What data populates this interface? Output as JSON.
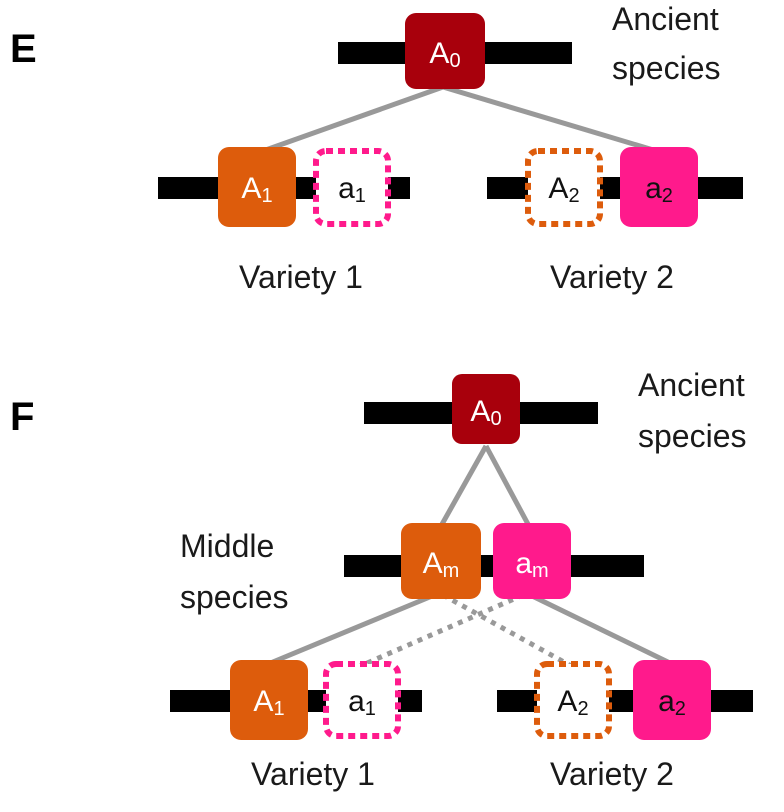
{
  "colors": {
    "ancient": "#a8000c",
    "orange": "#dd5c0c",
    "pink": "#ff1a8c",
    "chromosome": "#000000",
    "connector": "#999999",
    "label_on_fill": "#ffffff",
    "label_on_empty": "#111111"
  },
  "panels": {
    "e": {
      "letter": "E",
      "ancient_label": [
        "Ancient",
        "species"
      ],
      "ancient_gene": {
        "base": "A",
        "sub": "0"
      },
      "variety1": {
        "label": "Variety 1",
        "gene_filled": {
          "base": "A",
          "sub": "1"
        },
        "gene_absent": {
          "base": "a",
          "sub": "1"
        }
      },
      "variety2": {
        "label": "Variety 2",
        "gene_absent": {
          "base": "A",
          "sub": "2"
        },
        "gene_filled": {
          "base": "a",
          "sub": "2"
        }
      }
    },
    "f": {
      "letter": "F",
      "ancient_label": [
        "Ancient",
        "species"
      ],
      "ancient_gene": {
        "base": "A",
        "sub": "0"
      },
      "middle_label": [
        "Middle",
        "species"
      ],
      "middle_gene_1": {
        "base": "A",
        "sub": "m"
      },
      "middle_gene_2": {
        "base": "a",
        "sub": "m"
      },
      "variety1": {
        "label": "Variety 1",
        "gene_filled": {
          "base": "A",
          "sub": "1"
        },
        "gene_absent": {
          "base": "a",
          "sub": "1"
        }
      },
      "variety2": {
        "label": "Variety 2",
        "gene_absent": {
          "base": "A",
          "sub": "2"
        },
        "gene_filled": {
          "base": "a",
          "sub": "2"
        }
      }
    }
  }
}
